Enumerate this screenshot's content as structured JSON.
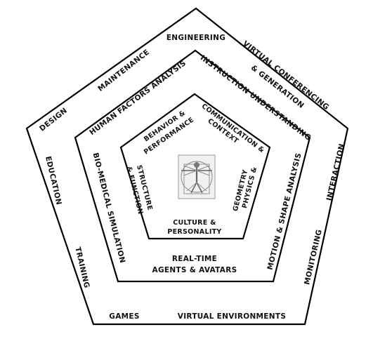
{
  "outer": {
    "engineering": "ENGINEERING",
    "virtual_conf_1": "VIRTUAL CONFERENCING",
    "virtual_conf_2": "& GENERATION",
    "maintenance": "MAINTENANCE",
    "design": "DESIGN",
    "education": "EDUCATION",
    "training": "TRAINING",
    "games": "GAMES",
    "virtual_environments": "VIRTUAL  ENVIRONMENTS",
    "monitoring": "MONITORING",
    "interaction": "INTERACTION"
  },
  "middle": {
    "human_factors": "HUMAN  FACTORS  ANALYSIS",
    "instruction": "INSTRUCTION UNDERSTANDING",
    "bio_medical": "BIO-MEDICAL  SIMULATION",
    "realtime_1": "REAL-TIME",
    "realtime_2": "AGENTS  &  AVATARS",
    "motion_shape": "MOTION  &  SHAPE  ANALYSIS"
  },
  "inner": {
    "behavior_1": "BEHAVIOR &",
    "behavior_2": "PERFORMANCE",
    "communication_1": "COMMUNICATION &",
    "communication_2": "CONTEXT",
    "structure_1": "STRUCTURE",
    "structure_2": "& FUNCTION",
    "physics_1": "PHYSICS &",
    "physics_2": "GEOMETRY",
    "culture_1": "CULTURE &",
    "culture_2": "PERSONALITY"
  }
}
